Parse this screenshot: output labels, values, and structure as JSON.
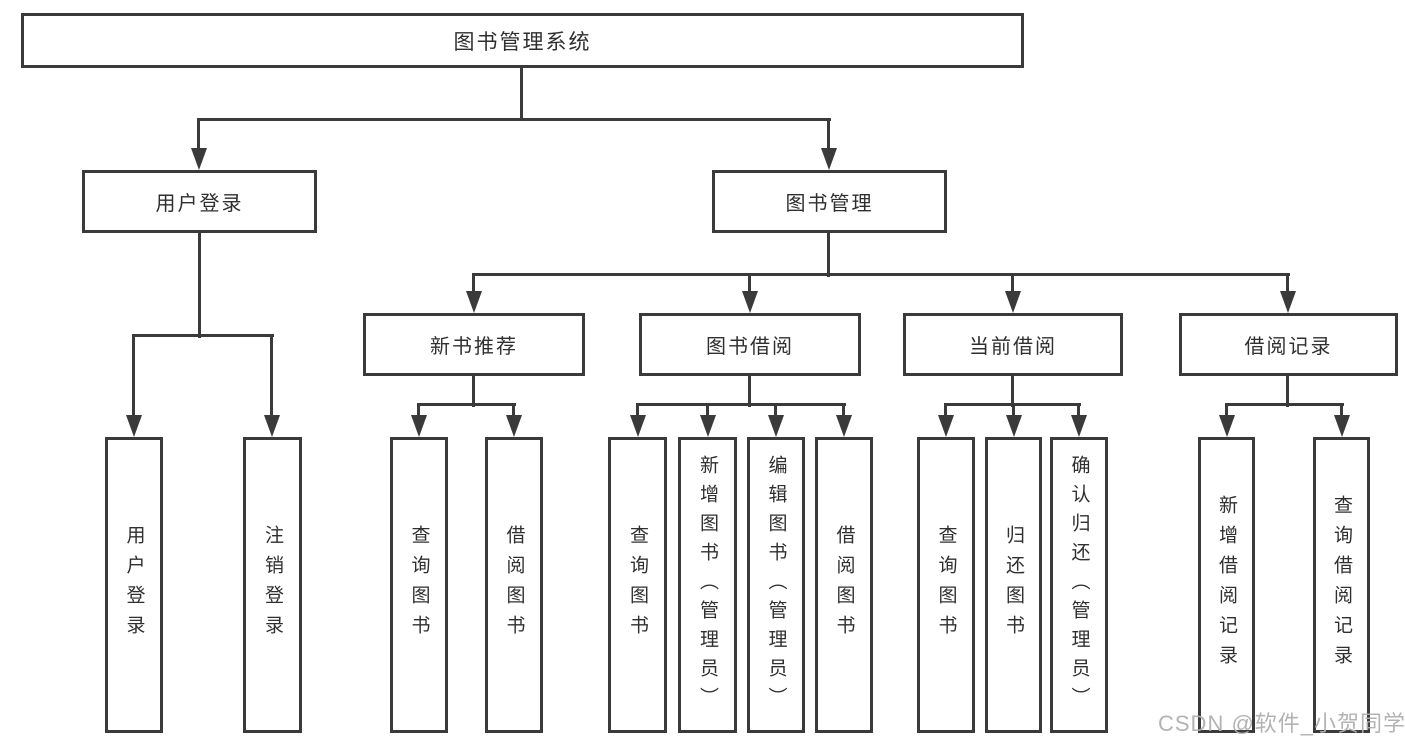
{
  "tree": {
    "root": "图书管理系统",
    "branches": [
      {
        "label": "用户登录",
        "children": [
          "用户登录",
          "注销登录"
        ]
      },
      {
        "label": "图书管理",
        "groups": [
          {
            "label": "新书推荐",
            "children": [
              "查询图书",
              "借阅图书"
            ]
          },
          {
            "label": "图书借阅",
            "children": [
              "查询图书",
              "新增图书（管理员）",
              "编辑图书（管理员）",
              "借阅图书"
            ]
          },
          {
            "label": "当前借阅",
            "children": [
              "查询图书",
              "归还图书",
              "确认归还（管理员）"
            ]
          },
          {
            "label": "借阅记录",
            "children": [
              "新增借阅记录",
              "查询借阅记录"
            ]
          }
        ]
      }
    ]
  },
  "watermark": {
    "text": "CSDN @软件_小贺同学"
  },
  "colors": {
    "line": "#3a3a3a",
    "box_border": "#3a3a3a",
    "box_background": "#ffffff",
    "text": "#2f2f2f",
    "watermark": "#afafaf",
    "page_background": "#ffffff"
  }
}
